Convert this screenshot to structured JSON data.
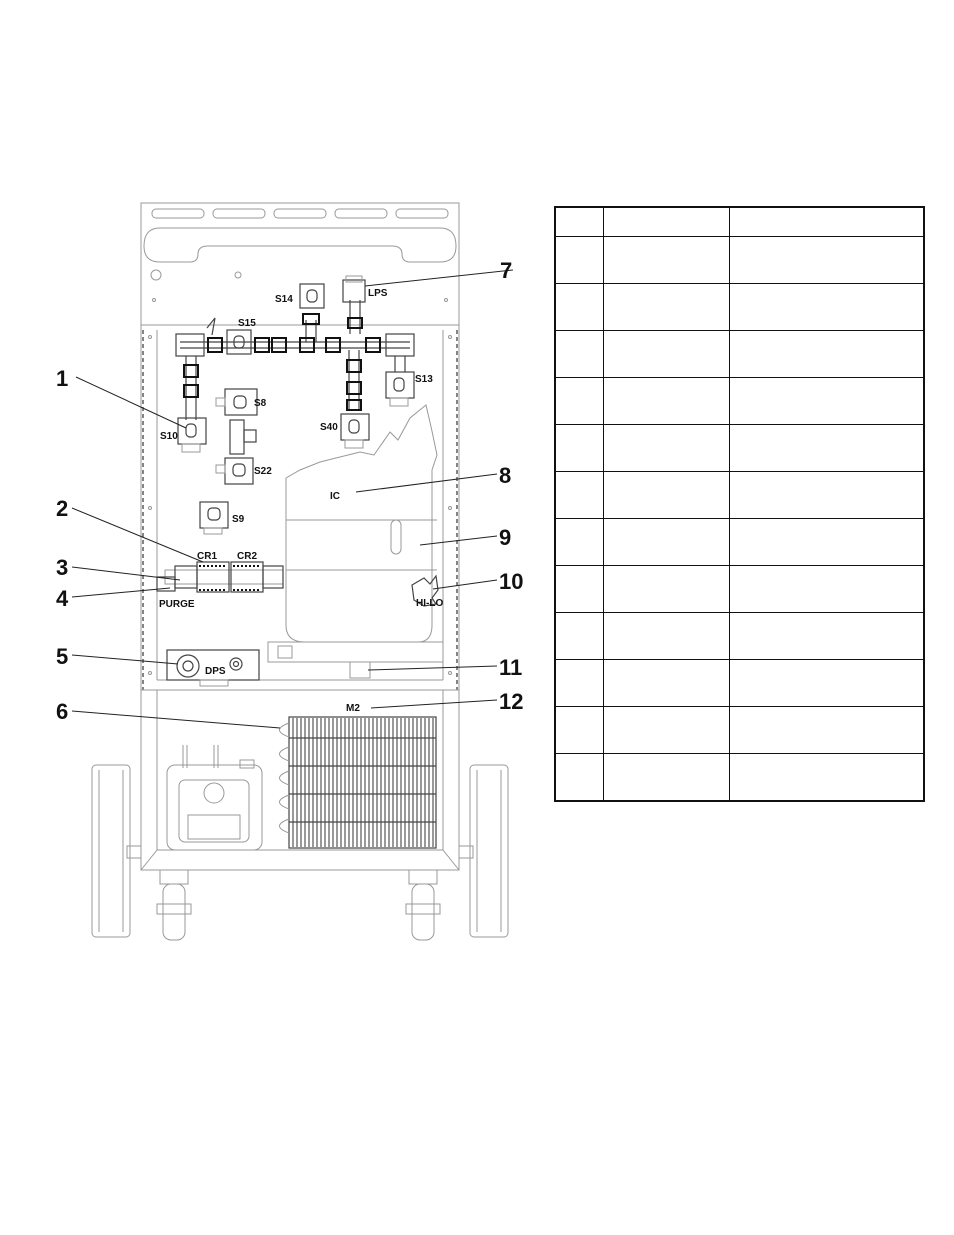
{
  "callouts": [
    "1",
    "2",
    "3",
    "4",
    "5",
    "6",
    "7",
    "8",
    "9",
    "10",
    "11",
    "12"
  ],
  "labels": {
    "S14": "S14",
    "LPS": "LPS",
    "S15": "S15",
    "S8": "S8",
    "S10": "S10",
    "S13": "S13",
    "S40": "S40",
    "S22": "S22",
    "S9": "S9",
    "IC": "IC",
    "CR1": "CR1",
    "CR2": "CR2",
    "PURGE": "PURGE",
    "HI_LO": "HI-LO",
    "DPS": "DPS",
    "M2": "M2"
  },
  "table": {
    "header": [
      "",
      "",
      ""
    ],
    "rows": [
      [
        "",
        "",
        ""
      ],
      [
        "",
        "",
        ""
      ],
      [
        "",
        "",
        ""
      ],
      [
        "",
        "",
        ""
      ],
      [
        "",
        "",
        ""
      ],
      [
        "",
        "",
        ""
      ],
      [
        "",
        "",
        ""
      ],
      [
        "",
        "",
        ""
      ],
      [
        "",
        "",
        ""
      ],
      [
        "",
        "",
        ""
      ],
      [
        "",
        "",
        ""
      ],
      [
        "",
        "",
        ""
      ]
    ]
  }
}
